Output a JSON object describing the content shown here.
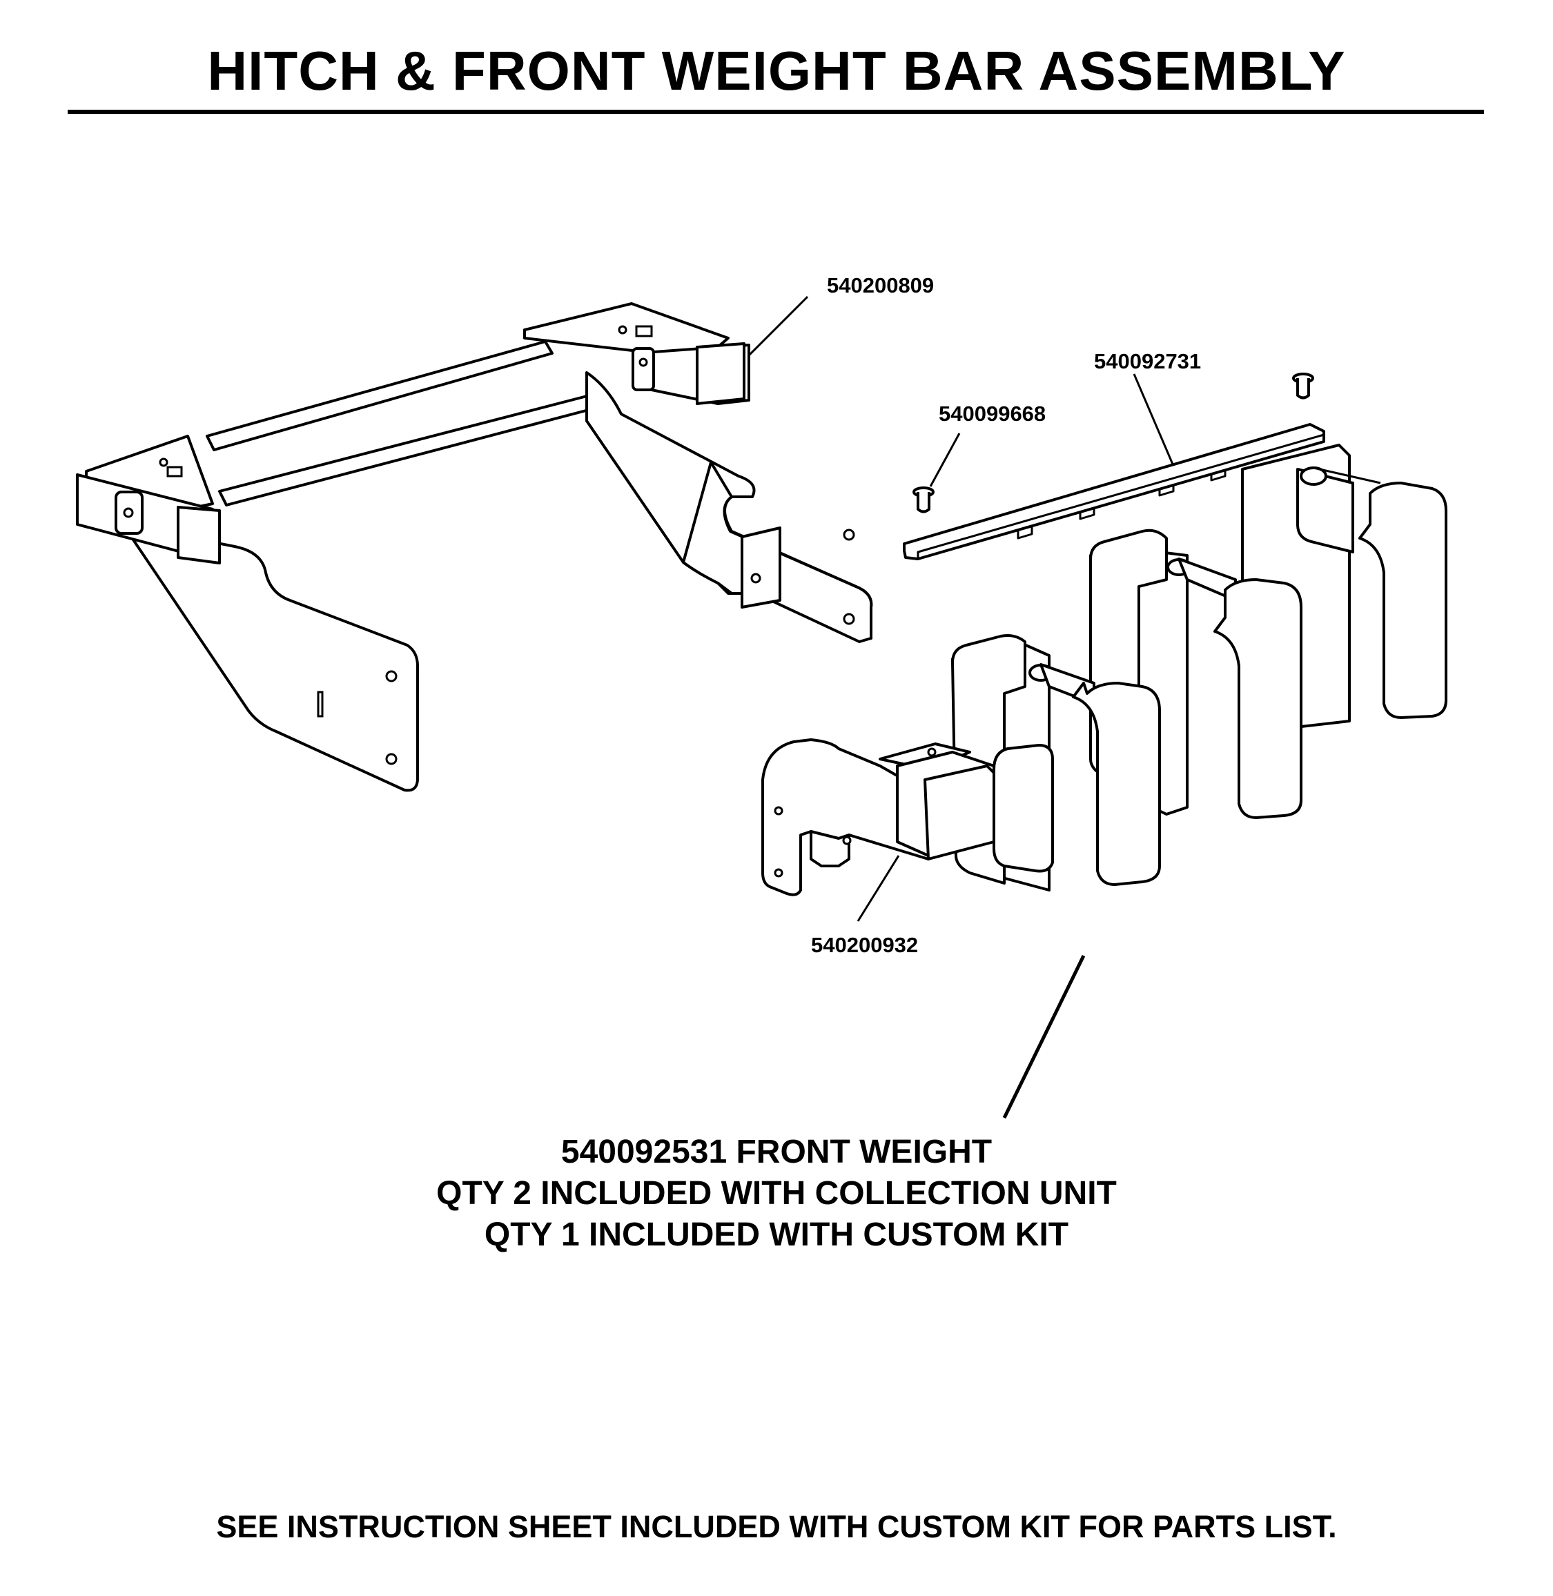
{
  "title": "HITCH & FRONT WEIGHT BAR ASSEMBLY",
  "callouts": {
    "hitch_bracket": "540200809",
    "weight_bar": "540092731",
    "pin": "540099668",
    "front_bracket": "540200932"
  },
  "front_weight_note": {
    "line1": "540092531 FRONT WEIGHT",
    "line2": "QTY 2 INCLUDED WITH COLLECTION UNIT",
    "line3": "QTY 1 INCLUDED WITH CUSTOM KIT"
  },
  "footer": "SEE INSTRUCTION SHEET INCLUDED WITH CUSTOM KIT FOR PARTS LIST."
}
